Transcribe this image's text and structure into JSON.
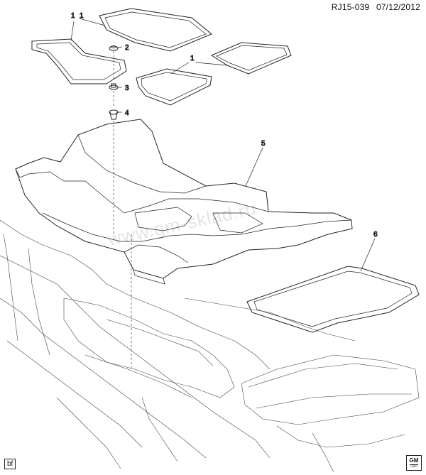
{
  "header": {
    "ref_code": "RJ15-039",
    "date": "07/12/2012"
  },
  "callouts": [
    "1",
    "1",
    "1",
    "2",
    "3",
    "4",
    "5",
    "6"
  ],
  "watermark": "www.gm-sklad.ru",
  "corner_tag": "bf",
  "logo": {
    "text": "GM",
    "subtext": "USED"
  }
}
